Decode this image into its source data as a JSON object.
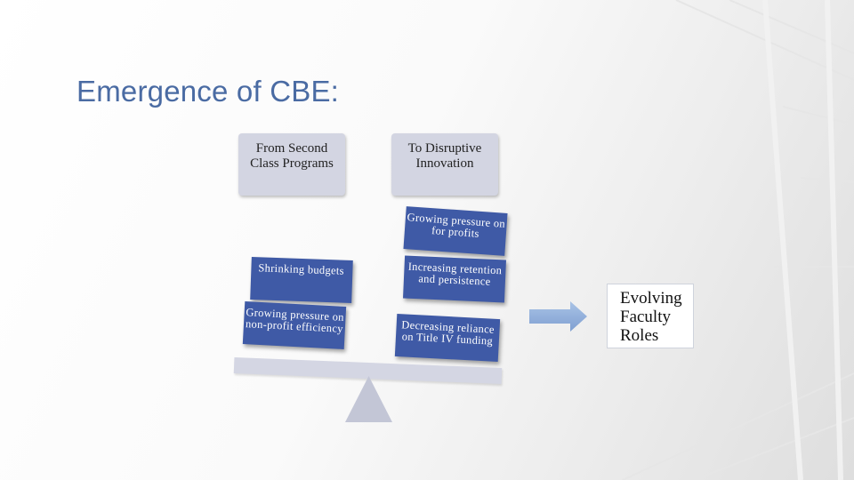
{
  "slide": {
    "title": "Emergence of CBE:",
    "headers": {
      "left": [
        "From Second",
        "Class Programs"
      ],
      "right": [
        "To Disruptive",
        "Innovation"
      ]
    },
    "right_pressures": [
      [
        "Growing pressure on",
        "for profits"
      ],
      [
        "Increasing retention",
        "and persistence"
      ],
      [
        "Decreasing reliance",
        "on Title IV funding"
      ]
    ],
    "left_pressures": [
      [
        "Shrinking budgets"
      ],
      [
        "Growing pressure on",
        "non-profit efficiency"
      ]
    ],
    "result": [
      "Evolving",
      "Faculty",
      "Roles"
    ]
  },
  "colors": {
    "title": "#4a6ba3",
    "box_blue": "#3f5aa6",
    "box_gray": "#d3d5e2",
    "arrow": "#8fb0dd",
    "fulcrum": "#c3c6d6"
  },
  "icons": {
    "arrow": "right-arrow-icon",
    "fulcrum": "triangle-fulcrum"
  }
}
